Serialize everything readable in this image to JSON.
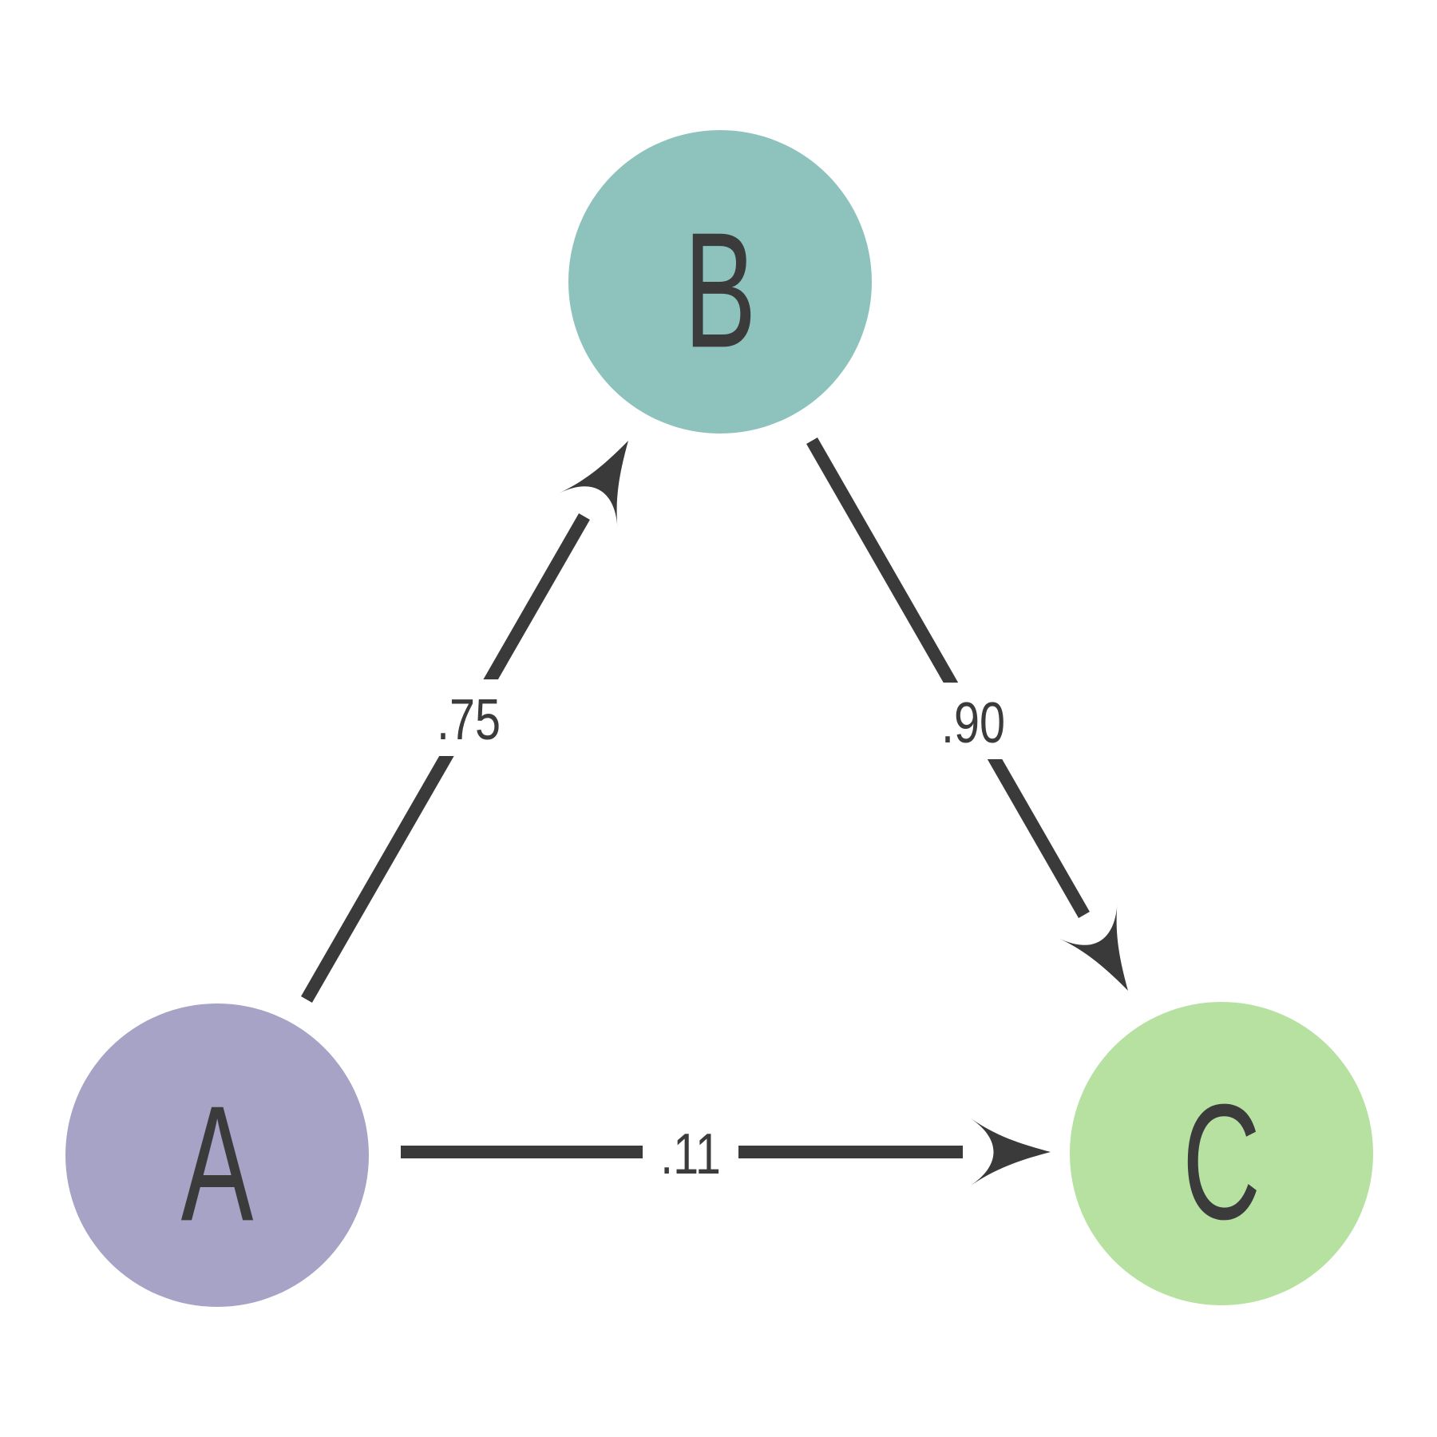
{
  "diagram": {
    "background": "#ffffff",
    "edge_color": "#3a3a3a",
    "text_color": "#3b3b3b",
    "nodes": [
      {
        "id": "A",
        "label": "A",
        "color": "#a6a3c6"
      },
      {
        "id": "B",
        "label": "B",
        "color": "#8dc3bc"
      },
      {
        "id": "C",
        "label": "C",
        "color": "#b6e1a1"
      }
    ],
    "edges": [
      {
        "from": "A",
        "to": "B",
        "label": ".75"
      },
      {
        "from": "B",
        "to": "C",
        "label": ".90"
      },
      {
        "from": "A",
        "to": "C",
        "label": ".11"
      }
    ]
  }
}
